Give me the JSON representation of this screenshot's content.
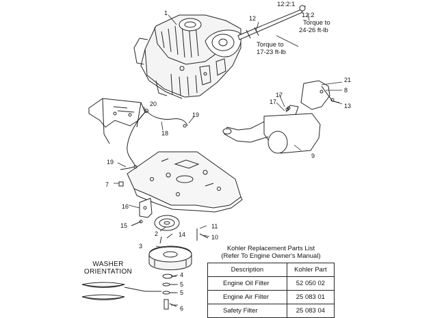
{
  "callouts": {
    "c1": "1",
    "c2": "2",
    "c3": "3",
    "c4": "4",
    "c5a": "5",
    "c5b": "5",
    "c6": "6",
    "c7": "7",
    "c8": "8",
    "c9": "9",
    "c10": "10",
    "c11": "11",
    "c12": "12",
    "c13": "13",
    "c14": "14",
    "c15": "15",
    "c16": "16",
    "c17a": "17",
    "c17b": "17",
    "c18": "18",
    "c19a": "19",
    "c19b": "19",
    "c20": "20",
    "c21": "21"
  },
  "annotations": {
    "ratio": "12:2:1",
    "sub": "12:2",
    "torque_high_1": "Torque to",
    "torque_high_2": "24-26 ft-lb",
    "torque_low_1": "Torque to",
    "torque_low_2": "17-23 ft-lb"
  },
  "washer": {
    "title_line1": "WASHER",
    "title_line2": "ORIENTATION"
  },
  "parts_table": {
    "title_line1": "Kohler Replacement Parts List",
    "title_line2": "(Refer To Engine Owner's Manual)",
    "headers": [
      "Description",
      "Kohler Part"
    ],
    "rows": [
      {
        "description": "Engine Oil Filter",
        "part": "52 050 02"
      },
      {
        "description": "Engine Air Filter",
        "part": "25 083 01"
      },
      {
        "description": "Safety Filter",
        "part": "25 083 04"
      }
    ]
  }
}
